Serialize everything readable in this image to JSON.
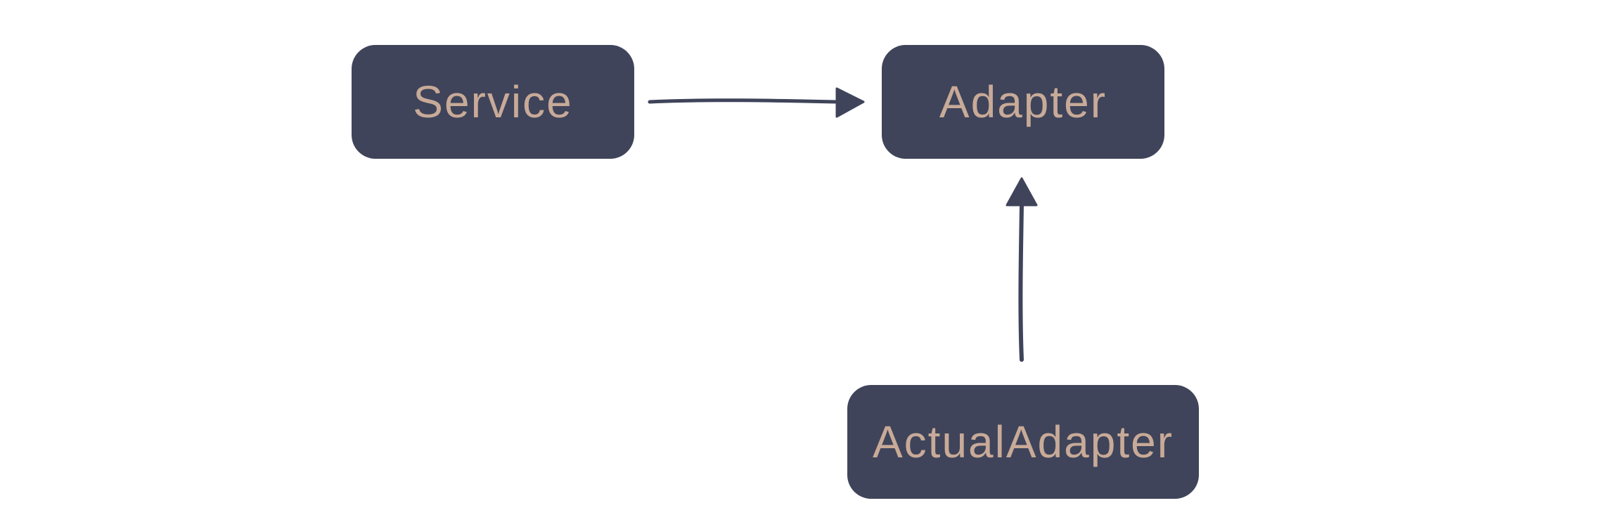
{
  "diagram": {
    "nodes": [
      {
        "id": "service",
        "label": "Service"
      },
      {
        "id": "adapter",
        "label": "Adapter"
      },
      {
        "id": "actual_adapter",
        "label": "ActualAdapter"
      }
    ],
    "edges": [
      {
        "from": "service",
        "to": "adapter"
      },
      {
        "from": "actual_adapter",
        "to": "adapter"
      }
    ],
    "colors": {
      "node_fill": "#3f445a",
      "node_text": "#c8aa98",
      "arrow": "#3f445a",
      "background": "#ffffff"
    }
  }
}
